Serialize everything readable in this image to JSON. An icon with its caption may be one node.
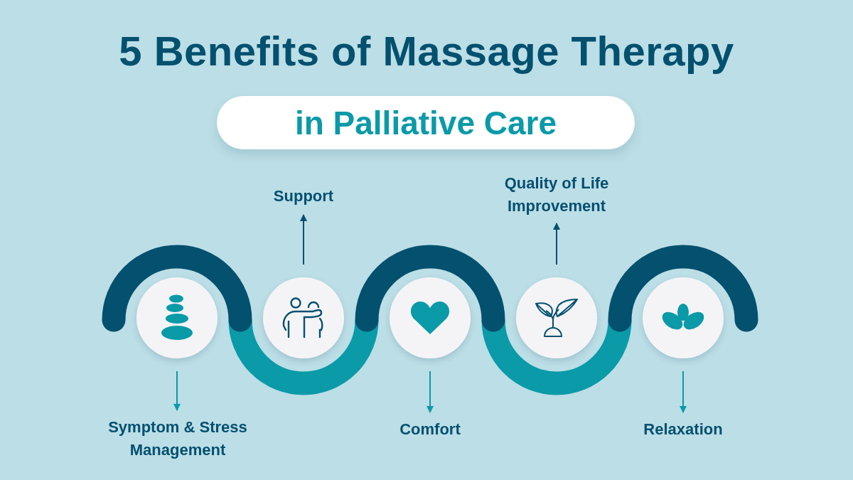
{
  "diagram": {
    "title": "5 Benefits of Massage Therapy",
    "nodes": [
      {
        "text": [
          "in Palliative Care"
        ]
      },
      {
        "text": [
          "Support"
        ]
      },
      {
        "text": [
          "Quality of Life Improvement"
        ]
      },
      {
        "text": [],
        "shape": "picture"
      },
      {
        "text": [],
        "shape": "picture"
      },
      {
        "text": [],
        "shape": "picture"
      },
      {
        "text": [],
        "shape": "picture"
      },
      {
        "text": [],
        "shape": "picture"
      },
      {
        "text": [
          "Symptom & Stress Management"
        ]
      },
      {
        "text": [
          "Comfort"
        ]
      },
      {
        "text": [
          "Relaxation"
        ]
      }
    ],
    "edges": [
      {
        "from": 3,
        "to": 8,
        "arrow": "to"
      },
      {
        "from": 4,
        "to": 1,
        "arrow": "to",
        "color": "#04506f"
      },
      {
        "from": 5,
        "to": 9,
        "arrow": "to"
      },
      {
        "from": 6,
        "to": 2,
        "arrow": "to",
        "color": "#04506f"
      },
      {
        "from": 7,
        "to": 10,
        "arrow": "to"
      }
    ]
  }
}
